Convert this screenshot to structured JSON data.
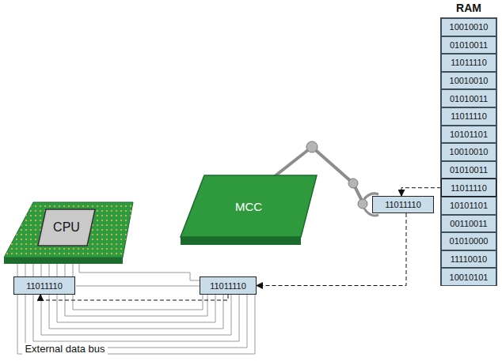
{
  "diagram": {
    "nodes": [
      {
        "text": [
          "RAM"
        ]
      },
      {
        "text": [
          "10010010"
        ],
        "in": 0
      },
      {
        "text": [
          "01010011"
        ],
        "in": 0
      },
      {
        "text": [
          "11011110"
        ],
        "in": 0
      },
      {
        "text": [
          "10010010"
        ],
        "in": 0
      },
      {
        "text": [
          "01010011"
        ],
        "in": 0
      },
      {
        "text": [
          "11011110"
        ],
        "in": 0
      },
      {
        "text": [
          "10101101"
        ],
        "in": 0
      },
      {
        "text": [
          "10010010"
        ],
        "in": 0
      },
      {
        "text": [
          "01010011"
        ],
        "in": 0
      },
      {
        "text": [
          "11011110"
        ],
        "in": 0
      },
      {
        "text": [
          "10101101"
        ],
        "in": 0
      },
      {
        "text": [
          "00110011"
        ],
        "in": 0
      },
      {
        "text": [
          "01010000"
        ],
        "in": 0
      },
      {
        "text": [
          "11110010"
        ],
        "in": 0
      },
      {
        "text": [
          "10010101"
        ],
        "in": 0
      },
      {
        "text": [
          "CPU"
        ]
      },
      {
        "text": [
          "MCC"
        ]
      },
      {
        "text": [
          "11011110"
        ]
      },
      {
        "text": [
          "11011110"
        ]
      },
      {
        "text": [
          "11011110"
        ]
      }
    ],
    "edges": [
      {
        "from": 10,
        "to": 18,
        "arrow": "to"
      },
      {
        "from": 18,
        "to": 20,
        "arrow": "to"
      },
      {
        "from": 20,
        "to": 19,
        "arrow": "to"
      }
    ],
    "labels": [
      "External data bus"
    ]
  }
}
